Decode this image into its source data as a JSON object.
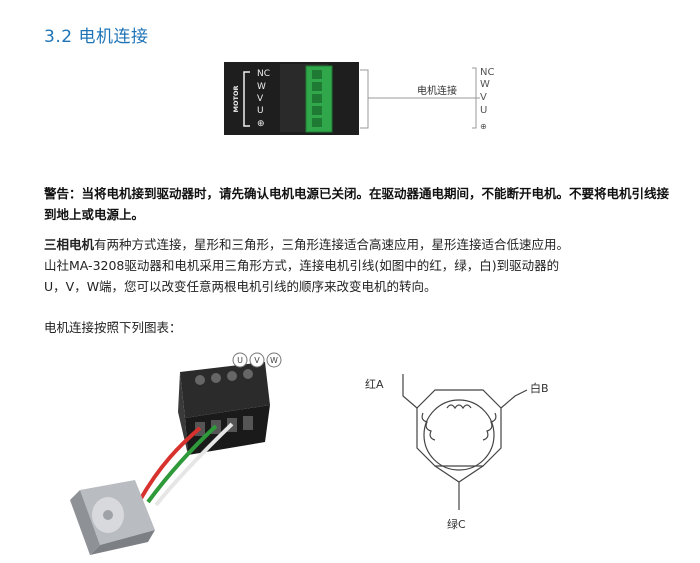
{
  "heading": "3.2  电机连接",
  "connector_diagram": {
    "motor_side_label": "MOTOR",
    "pins": [
      "NC",
      "W",
      "V",
      "U",
      "⊕"
    ],
    "mid_label": "电机连接",
    "right_pins": [
      "NC",
      "W",
      "V",
      "U",
      "⊕"
    ]
  },
  "warning": "警告：当将电机接到驱动器时，请先确认电机电源已关闭。在驱动器通电期间，不能断开电机。不要将电机引线接到地上或电源上。",
  "paragraph": {
    "bold_lead": "三相电机",
    "line1_rest": "有两种方式连接，星形和三角形，三角形连接适合高速应用，星形连接适合低速应用。",
    "line2": "山社MA-3208驱动器和电机采用三角形方式，连接电机引线(如图中的红，绿，白)到驱动器的",
    "line3": "U，V，W端，您可以改变任意两根电机引线的顺序来改变电机的转向。"
  },
  "intro": "电机连接按照下列图表：",
  "motor_photo": {
    "terminal_labels": [
      "U",
      "V",
      "W"
    ],
    "wire_colors": [
      "#d8322f",
      "#2f9a3a",
      "#f2f2f2"
    ]
  },
  "delta_diagram": {
    "red_label": "红A",
    "white_label": "白B",
    "green_label": "绿C"
  }
}
